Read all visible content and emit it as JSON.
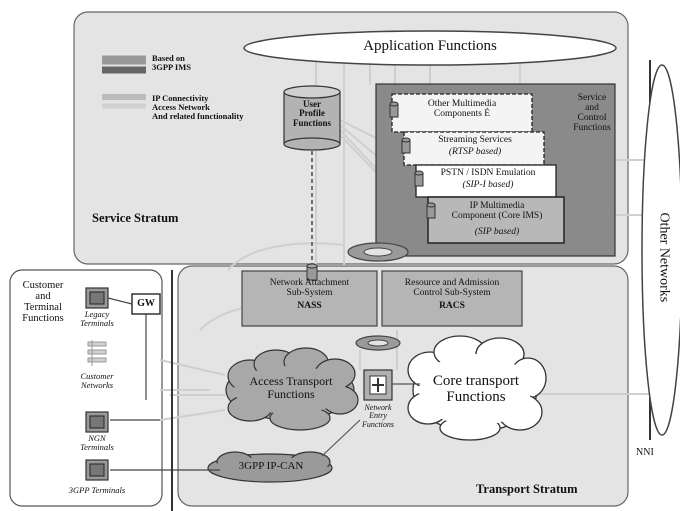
{
  "legend": {
    "ims_label": "Based on\n3GPP IMS",
    "ipc_label": "IP Connectivity\nAccess Network\nAnd related functionality"
  },
  "service_stratum": {
    "title": "Service Stratum",
    "application_functions": "Application Functions",
    "user_profile": "User\nProfile\nFunctions",
    "service_control": "Service\nand\nControl\nFunctions",
    "other_multimedia": "Other Multimedia\nComponents É",
    "streaming": "Streaming Services",
    "streaming_sub": "(RTSP based)",
    "pstn": "PSTN / ISDN Emulation",
    "pstn_sub": "(SIP-I based)",
    "ims": "IP Multimedia\nComponent (Core IMS)",
    "ims_sub": "(SIP based)"
  },
  "transport_stratum": {
    "title": "Transport Stratum",
    "nass": "Network Attachment\nSub-System",
    "nass_abbr": "NASS",
    "racs": "Resource and Admission\nControl Sub-System",
    "racs_abbr": "RACS",
    "access_transport": "Access Transport\nFunctions",
    "core_transport": "Core transport\nFunctions",
    "network_entry": "Network\nEntry\nFunctions",
    "ipcan": "3GPP IP-CAN"
  },
  "customer": {
    "title": "Customer\nand\nTerminal\nFunctions",
    "gw": "GW",
    "legacy": "Legacy\nTerminals",
    "customer_networks": "Customer\nNetworks",
    "ngn": "NGN\nTerminals",
    "3gpp": "3GPP Terminals"
  },
  "other_networks": "Other Networks",
  "nni": "NNI",
  "colors": {
    "stratum_fill": "#e4e4e4",
    "dark_panel": "#8a8a8a",
    "component_fill": "#f4f4f4",
    "ims_fill": "#b8b8b8",
    "box_fill": "#b5b5b5",
    "line": "#cccccc"
  }
}
